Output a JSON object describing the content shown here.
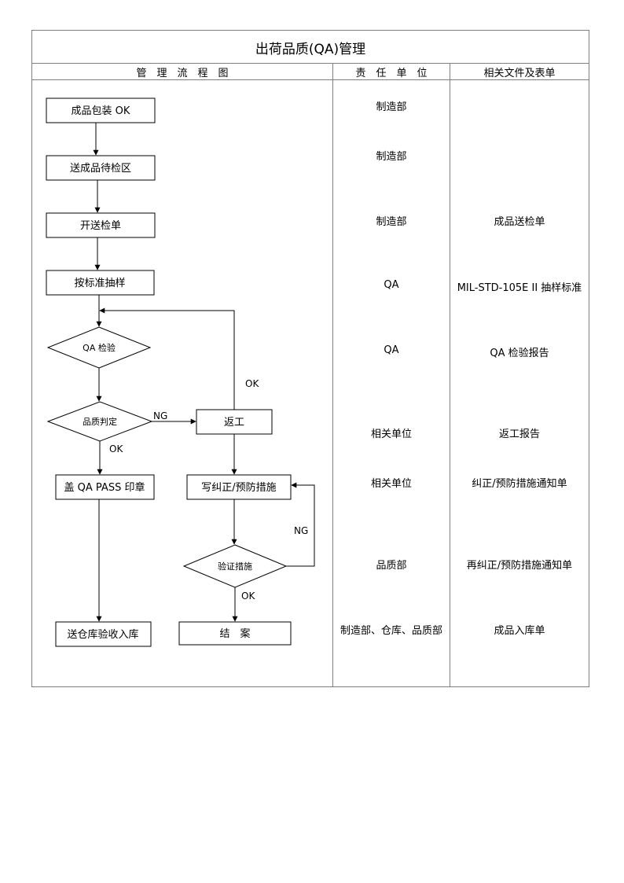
{
  "title": "出荷品质(QA)管理",
  "headers": {
    "flow": "管　理　流　程　图",
    "dept": "责　任　单　位",
    "docs": "相关文件及表单"
  },
  "flow": {
    "boxes": {
      "pack_ok": "成品包装 OK",
      "to_wait_area": "送成品待检区",
      "open_request": "开送检单",
      "sampling": "按标准抽样",
      "rework": "返工",
      "stamp_pass": "盖 QA PASS 印章",
      "corrective": "写纠正/预防措施",
      "warehouse_in": "送仓库验收入库",
      "close_case": "结　案"
    },
    "decisions": {
      "qa_inspect": "QA 检验",
      "quality_judge": "品质判定",
      "verify": "验证措施"
    },
    "labels": {
      "ok_rework": "OK",
      "ng_judge": "NG",
      "ok_judge": "OK",
      "ng_verify": "NG",
      "ok_verify": "OK"
    }
  },
  "rows": [
    {
      "dept": "制造部",
      "doc": ""
    },
    {
      "dept": "制造部",
      "doc": ""
    },
    {
      "dept": "制造部",
      "doc": "成品送检单"
    },
    {
      "dept": "QA",
      "doc": "MIL-STD-105E II 抽样标准"
    },
    {
      "dept": "QA",
      "doc": "QA 检验报告"
    },
    {
      "dept": "相关单位",
      "doc": "返工报告"
    },
    {
      "dept": "相关单位",
      "doc": "纠正/预防措施通知单"
    },
    {
      "dept": "品质部",
      "doc": "再纠正/预防措施通知单"
    },
    {
      "dept": "制造部、仓库、品质部",
      "doc": "成品入库单"
    }
  ]
}
